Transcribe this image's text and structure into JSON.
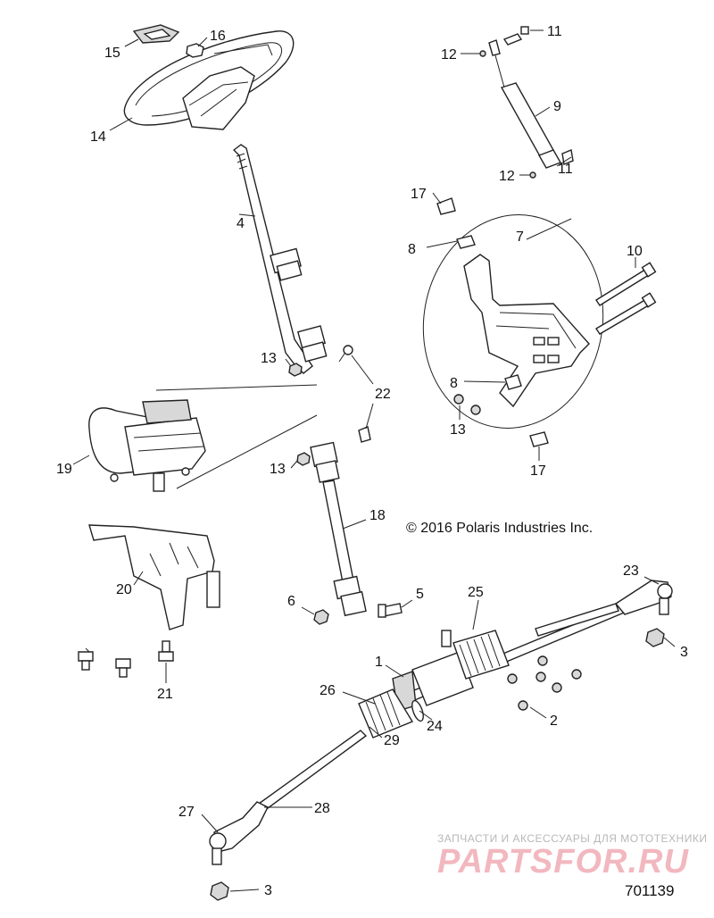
{
  "copyright": "© 2016 Polaris Industries Inc.",
  "watermark": {
    "tagline": "ЗАПЧАСТИ И АКСЕССУАРЫ ДЛЯ МОТОТЕХНИКИ",
    "brand": "PARTSFOR.RU",
    "tagline_color": "#b8b8b8",
    "brand_color": "#f2b8bf"
  },
  "figure_number": "701139",
  "callouts": {
    "c1": "1",
    "c2": "2",
    "c3a": "3",
    "c3b": "3",
    "c4": "4",
    "c5": "5",
    "c6": "6",
    "c7": "7",
    "c8a": "8",
    "c8b": "8",
    "c9": "9",
    "c10": "10",
    "c11a": "11",
    "c11b": "11",
    "c12a": "12",
    "c12b": "12",
    "c13a": "13",
    "c13b": "13",
    "c13c": "13",
    "c14": "14",
    "c15": "15",
    "c16": "16",
    "c17a": "17",
    "c17b": "17",
    "c18": "18",
    "c19": "19",
    "c20": "20",
    "c21": "21",
    "c22": "22",
    "c23": "23",
    "c24": "24",
    "c25": "25",
    "c26": "26",
    "c27": "27",
    "c28": "28",
    "c29": "29"
  }
}
